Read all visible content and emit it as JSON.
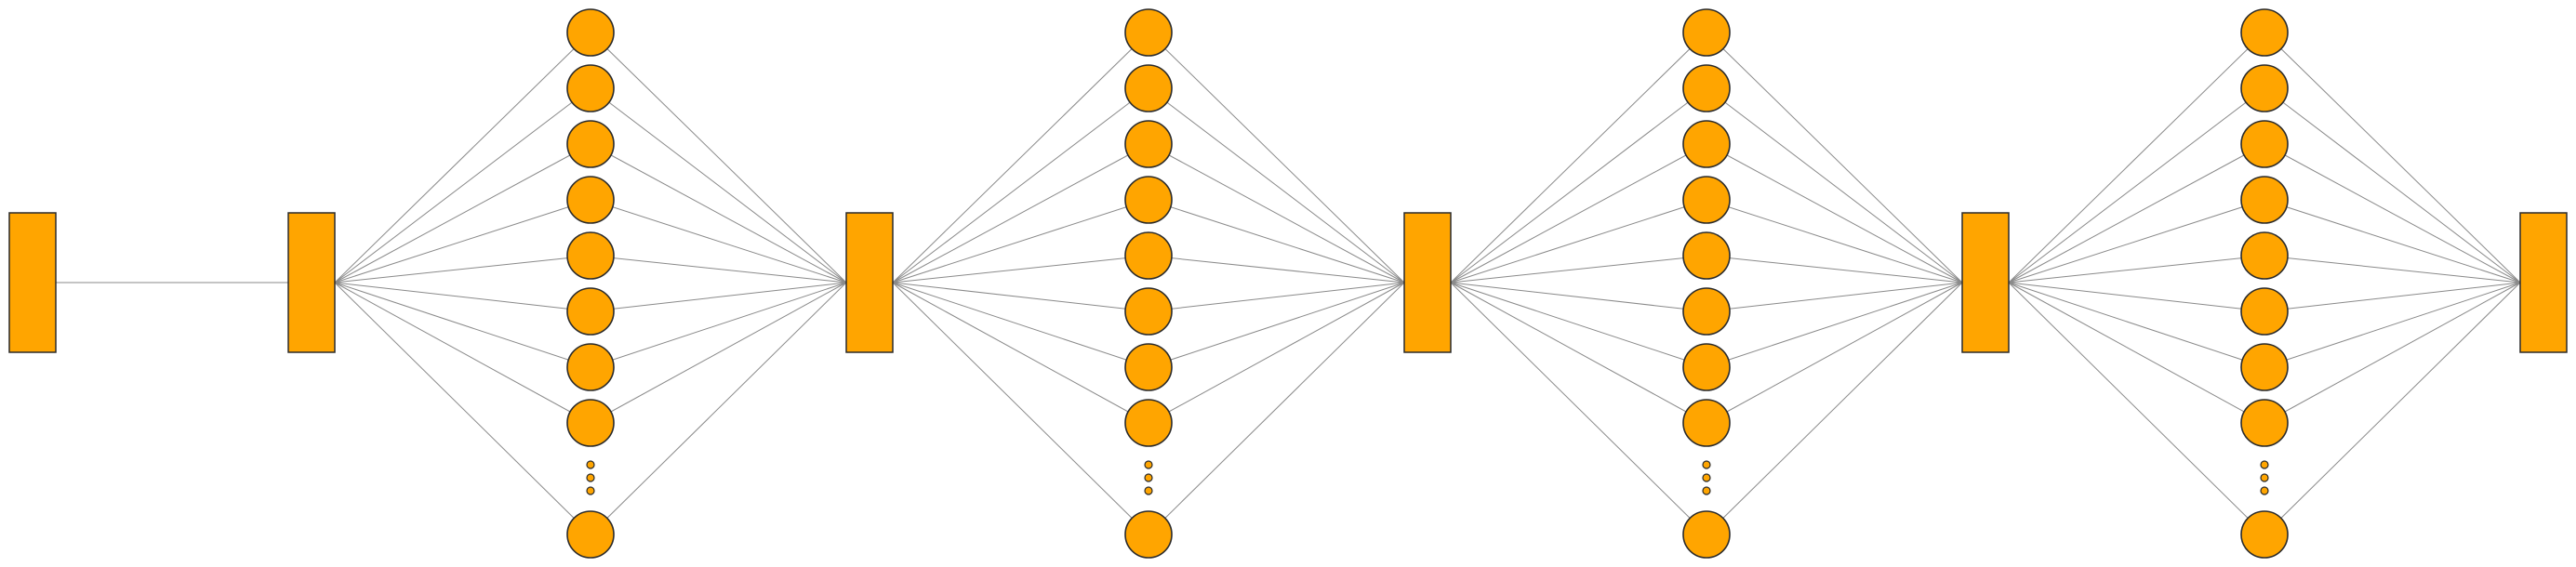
{
  "diagram": {
    "type": "neural-network-architecture",
    "colors": {
      "node_fill": "#FFA500",
      "node_stroke": "#2a2a2a",
      "edge": "#8a8a8a",
      "background": "#ffffff"
    },
    "input_block_count": 1,
    "hidden_layers": [
      {
        "visible_neurons": 8,
        "has_ellipsis": true,
        "trailing_neurons": 1
      },
      {
        "visible_neurons": 8,
        "has_ellipsis": true,
        "trailing_neurons": 1
      },
      {
        "visible_neurons": 8,
        "has_ellipsis": true,
        "trailing_neurons": 1
      },
      {
        "visible_neurons": 8,
        "has_ellipsis": true,
        "trailing_neurons": 1
      }
    ],
    "block_count": 6
  }
}
